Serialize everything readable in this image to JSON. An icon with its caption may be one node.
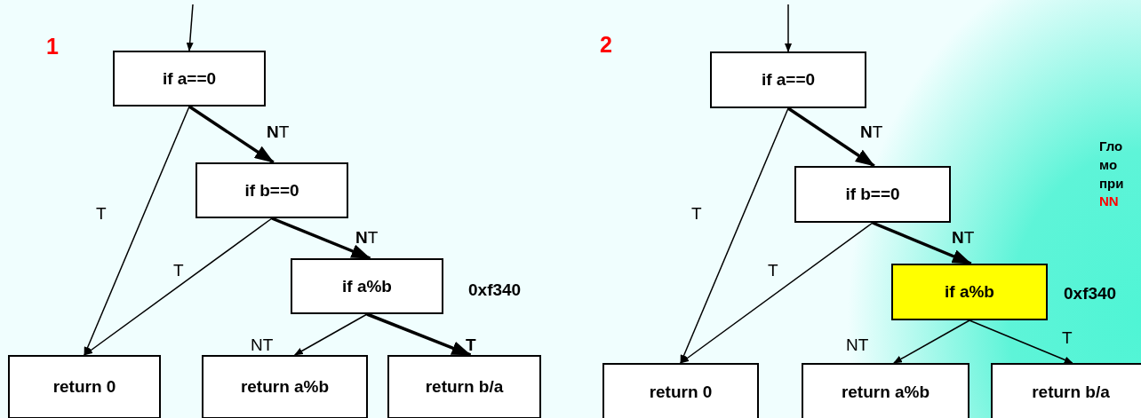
{
  "diagram": {
    "nodes": [
      {
        "text": [
          "if a==0"
        ]
      },
      {
        "text": [
          "if b==0"
        ]
      },
      {
        "text": [
          "if a%b"
        ],
        "beside": [
          "0xf340"
        ]
      },
      {
        "text": [
          "return 0"
        ]
      },
      {
        "text": [
          "return a%b"
        ]
      },
      {
        "text": [
          "return b/a"
        ]
      },
      {
        "text": [
          "if a==0"
        ]
      },
      {
        "text": [
          "if b==0"
        ]
      },
      {
        "text": [
          "if a%b"
        ],
        "beside": [
          "0xf340"
        ]
      },
      {
        "text": [
          "return 0"
        ]
      },
      {
        "text": [
          "return a%b"
        ]
      },
      {
        "text": [
          "return b/a"
        ]
      }
    ],
    "edges": [
      {
        "from": null,
        "to": 0,
        "arrow": "to"
      },
      {
        "from": 0,
        "to": 1,
        "arrow": "to",
        "label": "**N**T",
        "style": "thick"
      },
      {
        "from": 0,
        "to": 3,
        "arrow": "to",
        "label": "T"
      },
      {
        "from": 1,
        "to": 2,
        "arrow": "to",
        "label": "**N**T",
        "style": "thick"
      },
      {
        "from": 1,
        "to": 3,
        "arrow": "to",
        "label": "T"
      },
      {
        "from": 2,
        "to": 4,
        "arrow": "to",
        "label": "NT"
      },
      {
        "from": 2,
        "to": 5,
        "arrow": "to",
        "label": "**T**",
        "style": "thick"
      },
      {
        "from": null,
        "to": 6,
        "arrow": "to"
      },
      {
        "from": 6,
        "to": 7,
        "arrow": "to",
        "label": "**N**T",
        "style": "thick"
      },
      {
        "from": 6,
        "to": 9,
        "arrow": "to",
        "label": "T"
      },
      {
        "from": 7,
        "to": 8,
        "arrow": "to",
        "label": "**N**T",
        "style": "thick"
      },
      {
        "from": 7,
        "to": 9,
        "arrow": "to",
        "label": "T"
      },
      {
        "from": 8,
        "to": 10,
        "arrow": "to",
        "label": "NT"
      },
      {
        "from": 8,
        "to": 11,
        "arrow": "to",
        "label": "T"
      }
    ],
    "labels": [
      "1",
      "2",
      "Гло",
      "мо",
      "при",
      "NN"
    ]
  }
}
